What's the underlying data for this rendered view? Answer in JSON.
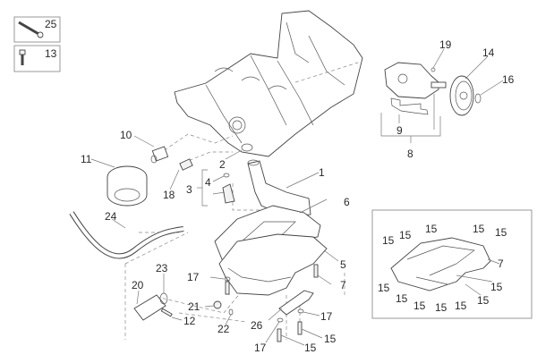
{
  "diagram": {
    "type": "exploded-parts-view",
    "legend_boxes": [
      {
        "part": "25",
        "icon": "long-bolt-icon"
      },
      {
        "part": "13",
        "icon": "short-screw-icon"
      }
    ],
    "labels": {
      "p1": "1",
      "p2": "2",
      "p3": "3",
      "p4": "4",
      "p5": "5",
      "p6": "6",
      "p7": "7",
      "p8": "8",
      "p9": "9",
      "p10": "10",
      "p11": "11",
      "p12": "12",
      "p14": "14",
      "p16": "16",
      "p17a": "17",
      "p17b": "17",
      "p17c": "17",
      "p15a": "15",
      "p15b": "15",
      "p18": "18",
      "p19": "19",
      "p20": "20",
      "p21": "21",
      "p22": "22",
      "p23": "23",
      "p24": "24",
      "p26": "26"
    },
    "inset_labels": {
      "i1": "15",
      "i2": "15",
      "i3": "15",
      "i4": "15",
      "i5": "15",
      "i6": "15",
      "i7": "7",
      "i8": "15",
      "i9": "15",
      "i10": "15",
      "i11": "15",
      "i12": "15",
      "i13": "15"
    }
  }
}
